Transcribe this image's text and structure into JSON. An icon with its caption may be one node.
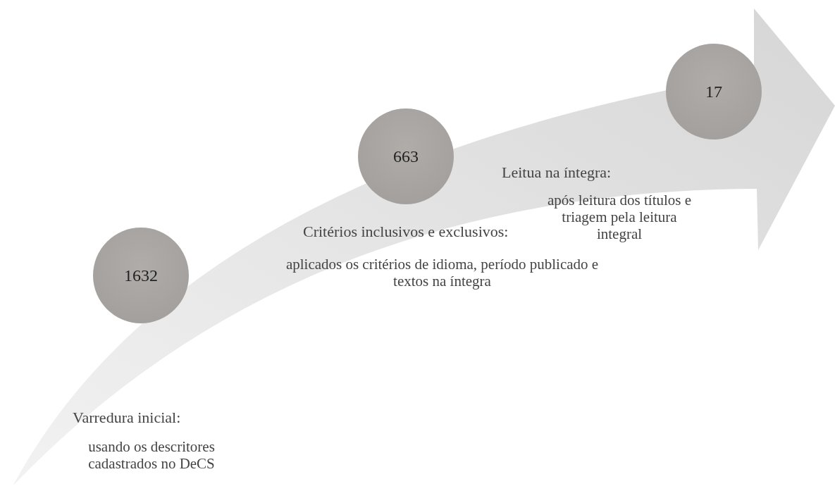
{
  "diagram": {
    "nodes": [
      {
        "text": [
          "1632"
        ],
        "beside": [
          "Varredura inicial:",
          "usando os descritores cadastrados no DeCS"
        ]
      },
      {
        "text": [
          "663"
        ],
        "beside": [
          "Critérios inclusivos e exclusivos:",
          "aplicados os critérios de idioma, período publicado e textos na íntegra"
        ]
      },
      {
        "text": [
          "17"
        ],
        "beside": [
          "Leitua na íntegra:",
          "após leitura dos títulos e triagem pela leitura integral"
        ]
      }
    ]
  }
}
